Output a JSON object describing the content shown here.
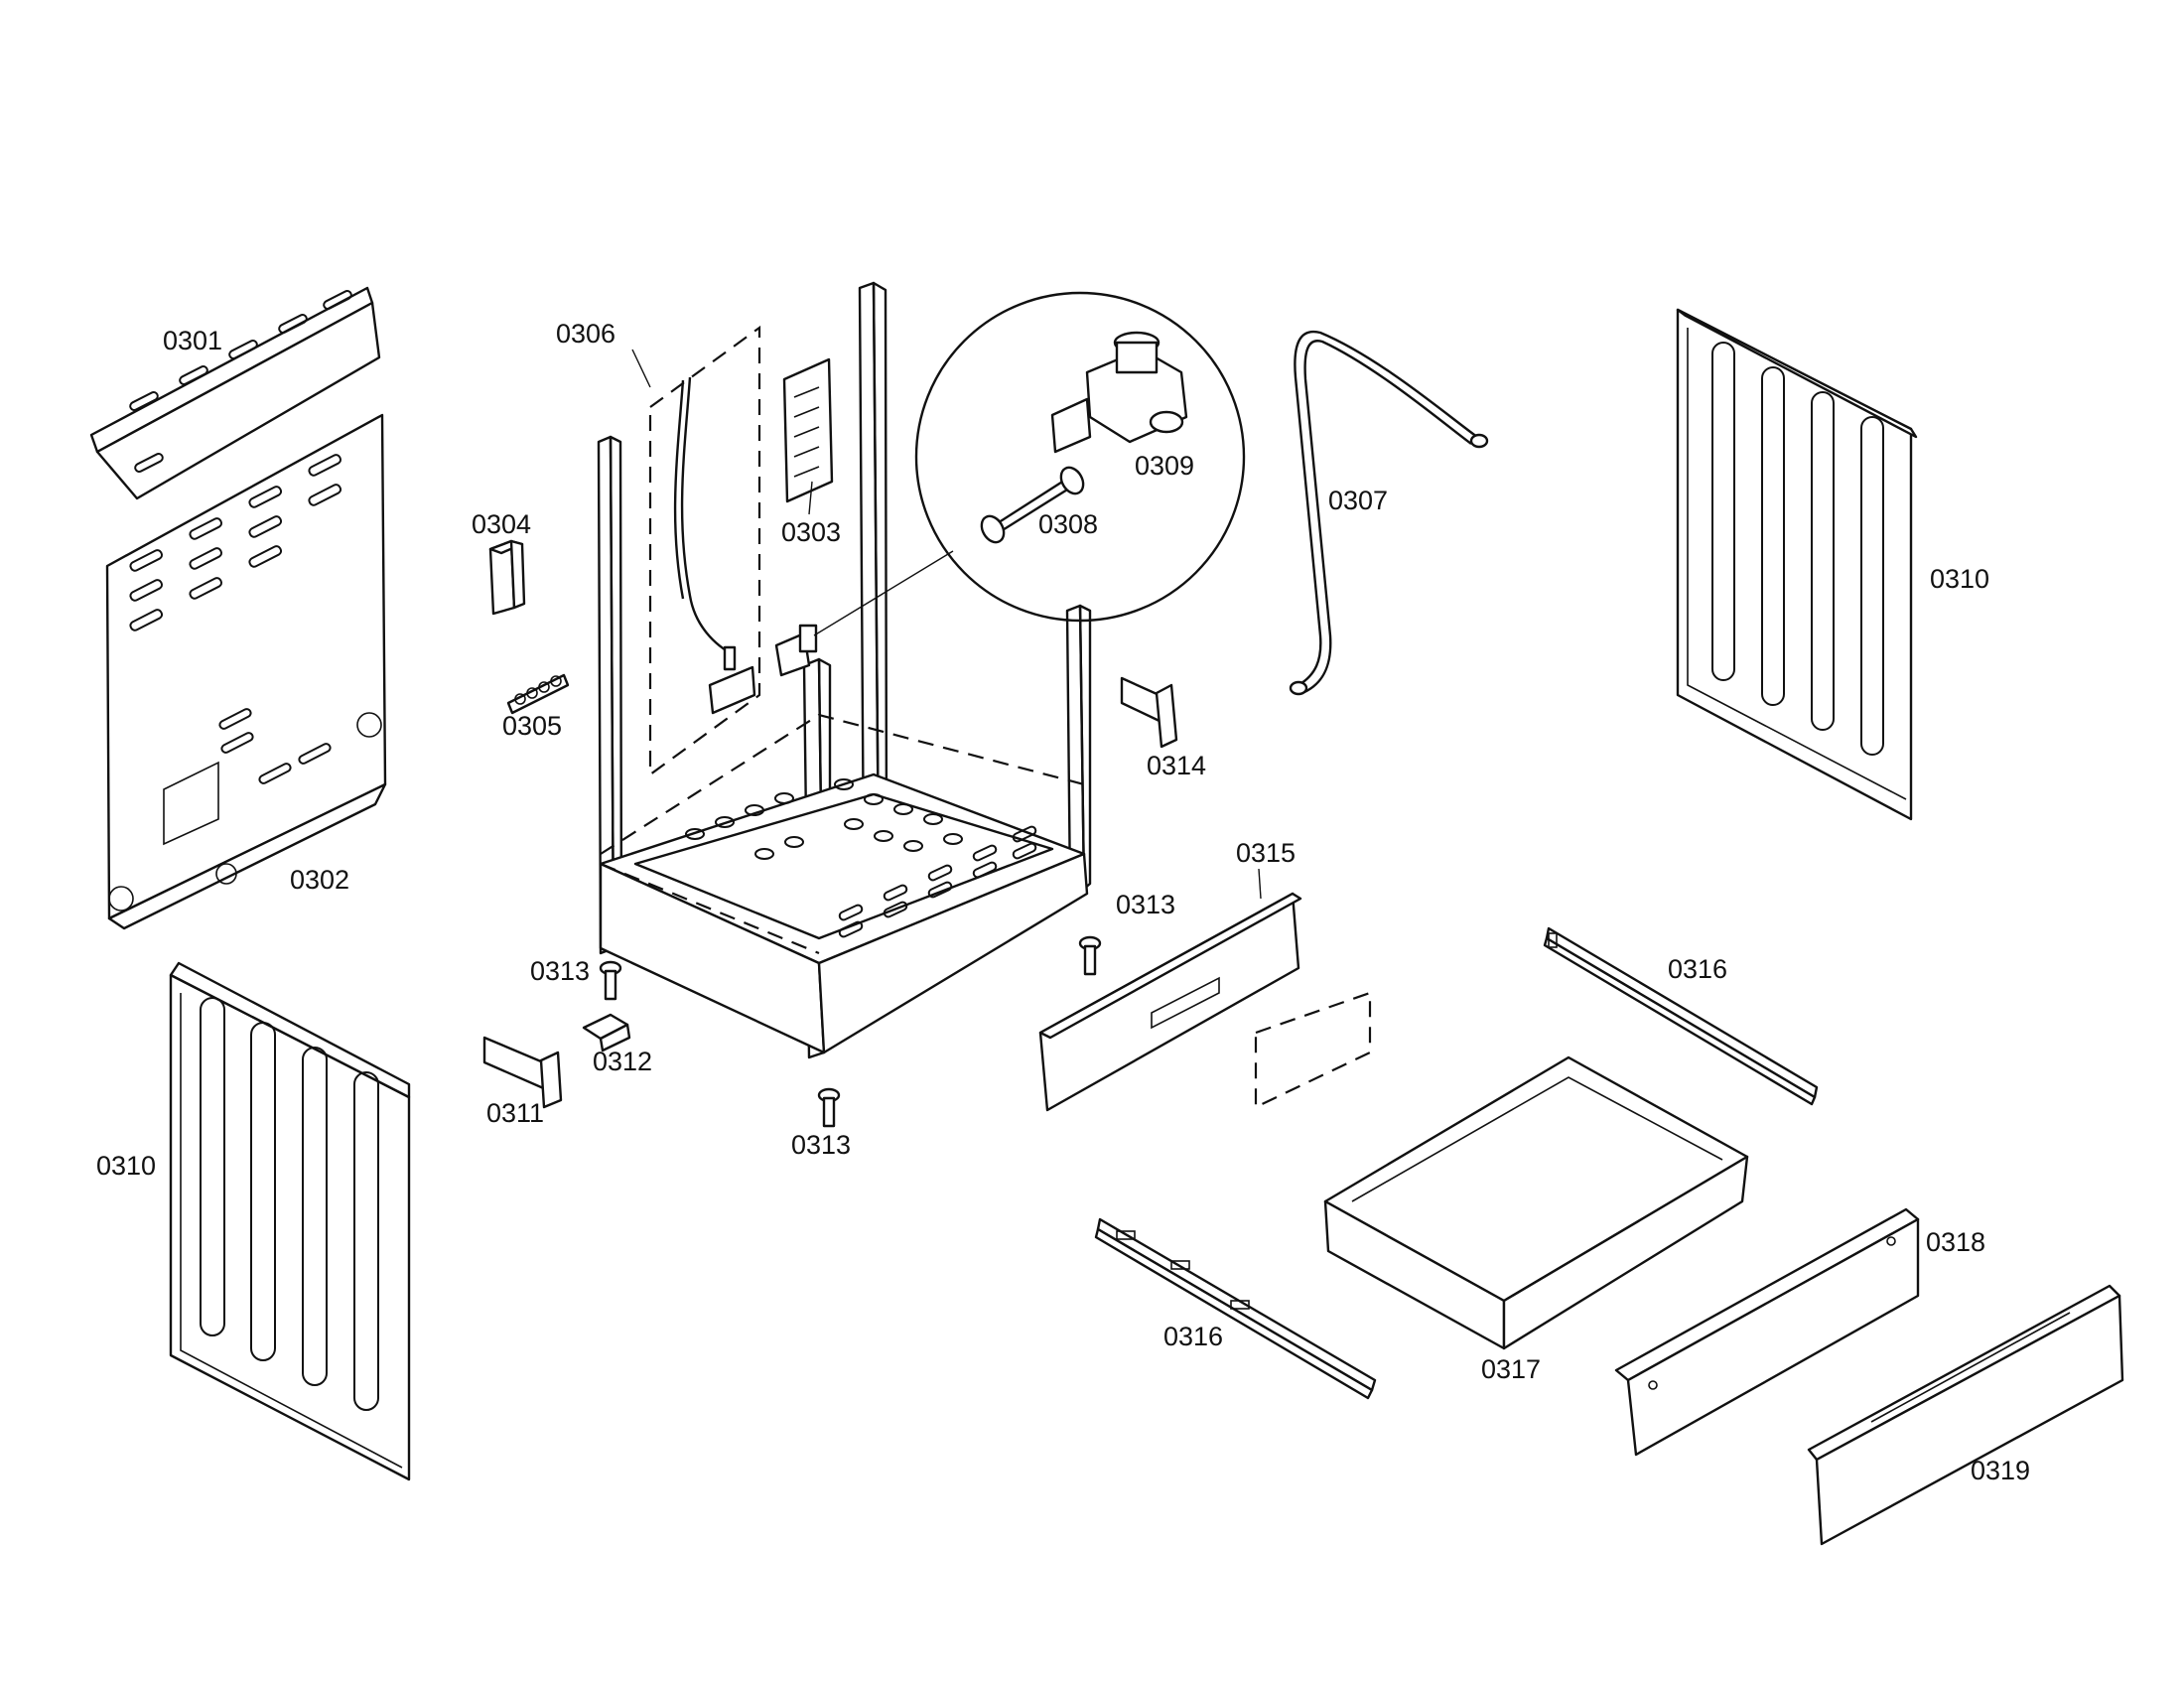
{
  "callouts": {
    "c0301": "0301",
    "c0302": "0302",
    "c0303": "0303",
    "c0304": "0304",
    "c0305": "0305",
    "c0306": "0306",
    "c0307": "0307",
    "c0308": "0308",
    "c0309": "0309",
    "c0310_right": "0310",
    "c0310_left": "0310",
    "c0311": "0311",
    "c0312": "0312",
    "c0313_left": "0313",
    "c0313_right": "0313",
    "c0313_bottom": "0313",
    "c0314": "0314",
    "c0315": "0315",
    "c0316_right": "0316",
    "c0316_left": "0316",
    "c0317": "0317",
    "c0318": "0318",
    "c0319": "0319"
  }
}
